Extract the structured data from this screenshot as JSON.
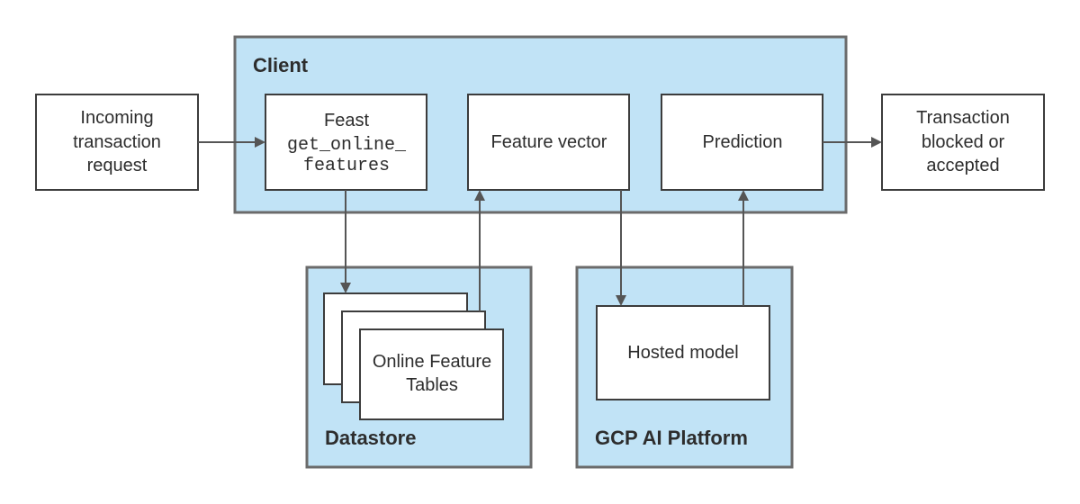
{
  "colors": {
    "container_fill": "#c1e3f6",
    "container_border": "#6b6b6b",
    "box_border": "#3c3c3c",
    "arrow": "#555555",
    "text": "#2d2d2d"
  },
  "containers": {
    "client": {
      "title": "Client"
    },
    "datastore": {
      "title": "Datastore"
    },
    "gcp": {
      "title": "GCP AI Platform"
    }
  },
  "nodes": {
    "incoming": {
      "lines": [
        "Incoming",
        "transaction",
        "request"
      ]
    },
    "feast": {
      "line1": "Feast",
      "code1": "get_online_",
      "code2": "features"
    },
    "feature_vector": {
      "label": "Feature vector"
    },
    "prediction": {
      "label": "Prediction"
    },
    "outcome": {
      "lines": [
        "Transaction",
        "blocked or",
        "accepted"
      ]
    },
    "feature_tables": {
      "lines": [
        "Online Feature",
        "Tables"
      ]
    },
    "hosted_model": {
      "label": "Hosted model"
    }
  }
}
